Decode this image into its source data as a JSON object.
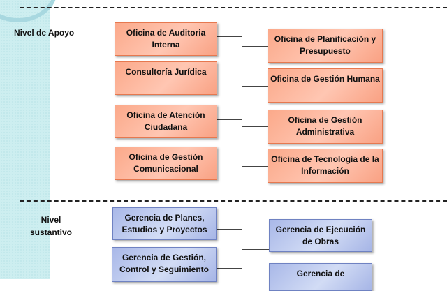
{
  "levels": {
    "apoyo": "Nivel de Apoyo",
    "sustantivo": "Nivel sustantivo"
  },
  "support_left": [
    "Oficina de Auditoria Interna",
    "Consultoría Jurídica",
    "Oficina de Atención Ciudadana",
    "Oficina de Gestión Comunicacional"
  ],
  "support_right": [
    "Oficina de Planificación y Presupuesto",
    "Oficina de Gestión Humana",
    "Oficina de Gestión Administrativa",
    "Oficina de Tecnología de la Información"
  ],
  "sust_left": [
    "Gerencia de Planes, Estudios y Proyectos",
    "Gerencia de Gestión, Control y Seguimiento"
  ],
  "sust_right": [
    "Gerencia de Ejecución de Obras",
    "Gerencia de"
  ],
  "colors": {
    "support": "#fbb49a",
    "substantive": "#bccaee"
  }
}
